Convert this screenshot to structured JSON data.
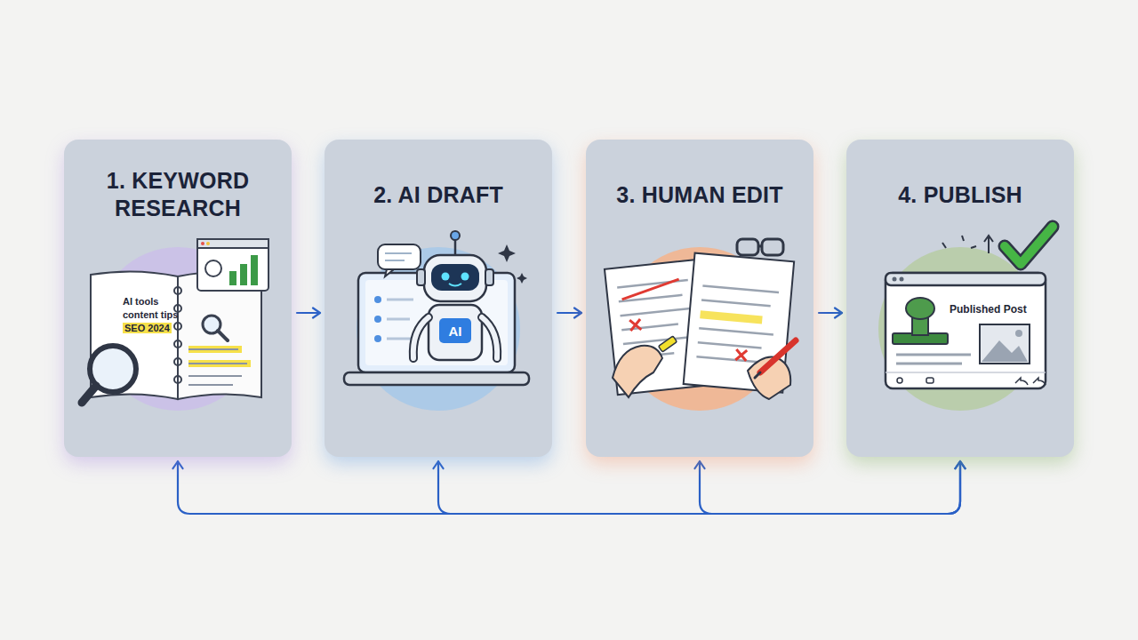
{
  "diagram": {
    "nodes": [
      {
        "text": [
          "1. KEYWORD RESEARCH"
        ]
      },
      {
        "text": [
          "2. AI DRAFT"
        ]
      },
      {
        "text": [
          "3. HUMAN EDIT"
        ]
      },
      {
        "text": [
          "4. PUBLISH"
        ]
      }
    ],
    "edges": [
      {
        "from": 0,
        "to": 1,
        "arrow": "to"
      },
      {
        "from": 1,
        "to": 2,
        "arrow": "to"
      },
      {
        "from": 2,
        "to": 3,
        "arrow": "to"
      },
      {
        "from": 3,
        "to": 0,
        "arrow": "both"
      },
      {
        "from": 3,
        "to": 1,
        "arrow": "both"
      },
      {
        "from": 3,
        "to": 2,
        "arrow": "both"
      }
    ],
    "labels": [
      "AI tools",
      "content tips",
      "SEO 2024",
      "AI",
      "Published Post"
    ]
  }
}
